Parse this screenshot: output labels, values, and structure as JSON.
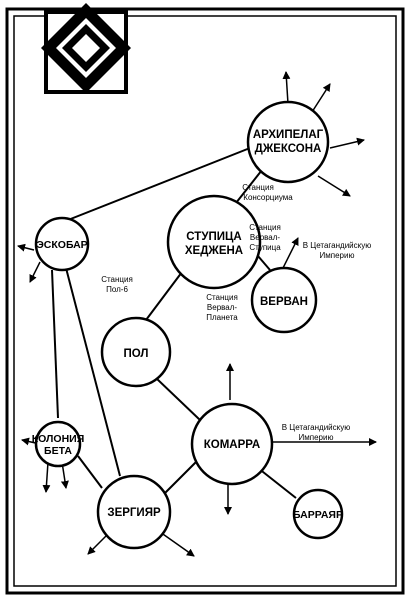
{
  "nodes": {
    "archipelago_1": "АРХИПЕЛАГ",
    "archipelago_2": "ДЖЕКСОНА",
    "hub_1": "СТУПИЦА",
    "hub_2": "ХЕДЖЕНА",
    "escobar": "ЭСКОБАР",
    "vervan": "ВЕРВАН",
    "pol": "ПОЛ",
    "komarr": "КОМАРРА",
    "beta_1": "КОЛОНИЯ",
    "beta_2": "БЕТА",
    "sergyar": "ЗЕРГИЯР",
    "barrayar": "БАРРАЯР"
  },
  "stations": {
    "consortium_1": "Станция",
    "consortium_2": "Консорциума",
    "vervan_hub_1": "Станция",
    "vervan_hub_2": "Вервал-",
    "vervan_hub_3": "Ступица",
    "pol6_1": "Станция",
    "pol6_2": "Пол-6",
    "vervan_planet_1": "Станция",
    "vervan_planet_2": "Вервал-",
    "vervan_planet_3": "Планета"
  },
  "annotations": {
    "cetaganda_1_l1": "В Цетагандийскую",
    "cetaganda_1_l2": "Империю",
    "cetaganda_2_l1": "В Цетагандийскую",
    "cetaganda_2_l2": "Империю"
  }
}
